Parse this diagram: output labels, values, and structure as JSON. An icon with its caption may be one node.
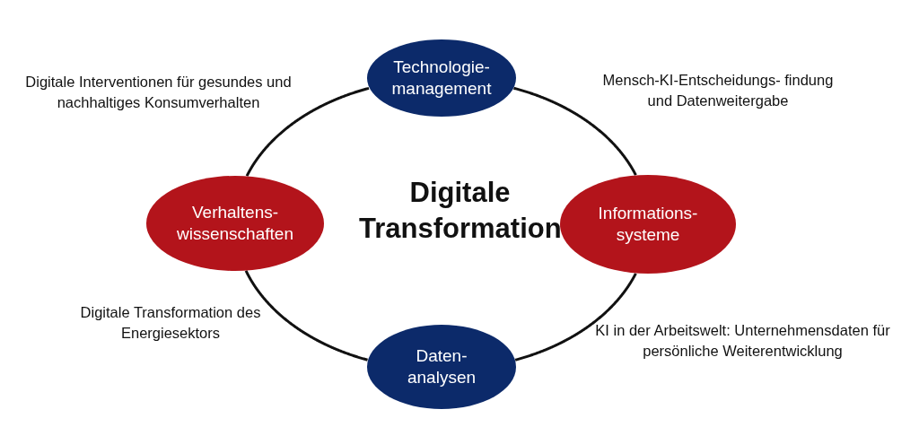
{
  "diagram": {
    "nodes": [
      {
        "text": [
          "Technologie- management"
        ]
      },
      {
        "text": [
          "Verhaltens- wissenschaften"
        ]
      },
      {
        "text": [
          "Informations- systeme"
        ]
      },
      {
        "text": [
          "Daten- analysen"
        ]
      }
    ],
    "edges": [
      {
        "from": 0,
        "to": 2,
        "arrow": "none"
      },
      {
        "from": 2,
        "to": 3,
        "arrow": "none"
      },
      {
        "from": 3,
        "to": 1,
        "arrow": "none"
      },
      {
        "from": 1,
        "to": 0,
        "arrow": "none"
      }
    ],
    "labels": [
      "Digitale Interventionen für gesundes und nachhaltiges Konsumverhalten",
      "Mensch-KI-Entscheidungs- findung und Datenweitergabe",
      "Digitale Transformation",
      "Digitale Transformation des Energiesektors",
      "KI in der Arbeitswelt: Unternehmensdaten für persönliche Weiterentwicklung"
    ]
  }
}
